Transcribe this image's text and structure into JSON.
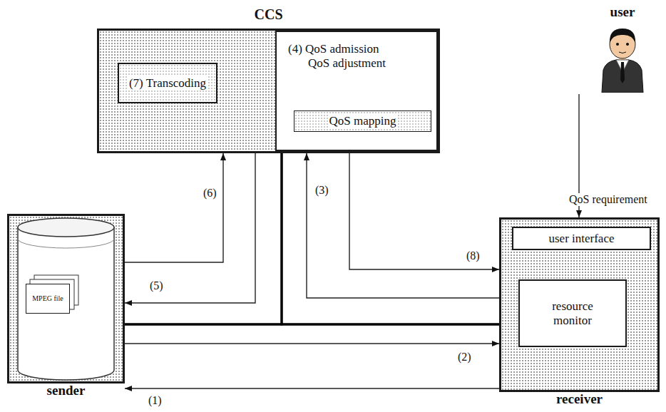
{
  "diagram": {
    "nodes": [
      {
        "text": [
          "CCS"
        ]
      },
      {
        "text": [
          "(7) Transcoding"
        ],
        "in": 0
      },
      {
        "text": [
          "(4) QoS admission QoS adjustment"
        ],
        "in": 0
      },
      {
        "text": [
          "QoS mapping"
        ],
        "in": 2
      },
      {
        "text": [
          "user"
        ]
      },
      {
        "text": [
          "sender"
        ]
      },
      {
        "text": [
          "MPEG file"
        ],
        "in": 5
      },
      {
        "text": [
          "receiver"
        ]
      },
      {
        "text": [
          "user interface"
        ],
        "in": 7
      },
      {
        "text": [
          "resource monitor"
        ],
        "in": 7
      }
    ],
    "edges": [
      {
        "from": 5,
        "to": 7,
        "arrow": "none"
      },
      {
        "from": 0,
        "to": 5,
        "arrow": "none"
      },
      {
        "from": 0,
        "to": 7,
        "arrow": "none"
      },
      {
        "from": 7,
        "to": 5,
        "arrow": "to",
        "label": "(1)"
      },
      {
        "from": 5,
        "to": 7,
        "arrow": "to",
        "label": "(2)"
      },
      {
        "from": 7,
        "to": 0,
        "arrow": "to",
        "label": "(3)"
      },
      {
        "from": 0,
        "to": 5,
        "arrow": "to",
        "label": "(5)"
      },
      {
        "from": 5,
        "to": 0,
        "arrow": "to",
        "label": "(6)"
      },
      {
        "from": 0,
        "to": 7,
        "arrow": "to",
        "label": "(8)"
      },
      {
        "from": 4,
        "to": 7,
        "arrow": "to",
        "label": "QoS requirement"
      }
    ]
  }
}
